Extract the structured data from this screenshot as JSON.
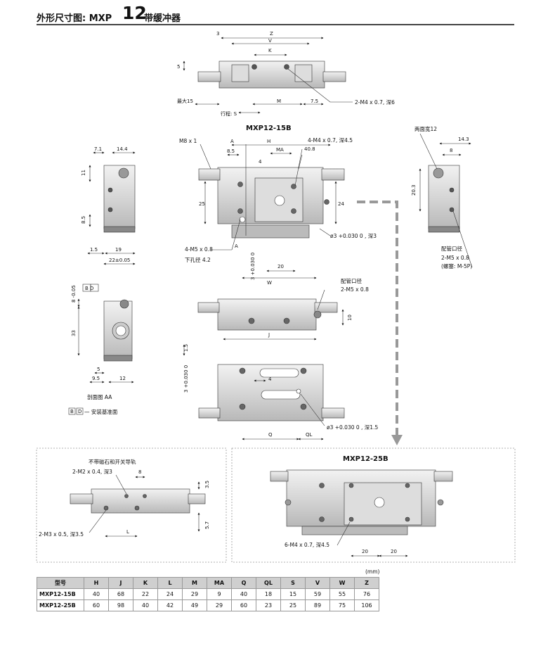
{
  "header": {
    "prefix": "外形尺寸图: MXP",
    "size": "12",
    "suffix": "带缓冲器"
  },
  "top_view": {
    "dims": {
      "d3": "3",
      "z": "Z",
      "v": "V",
      "k": "K",
      "d5": "5",
      "max15": "最大15",
      "m": "M",
      "d75": "7.5",
      "stroke": "行程: S"
    },
    "callout": "2-M4 x 0.7, 深6"
  },
  "main_view": {
    "title": "MXP12-15B",
    "dims": {
      "m8": "M8 x 1",
      "a": "A",
      "h": "H",
      "ma": "MA",
      "d85": "8.5",
      "d4": "4",
      "d25": "25",
      "d24": "24",
      "a2": "A",
      "d20": "20",
      "w": "W",
      "tol": "3 +0.030 0"
    },
    "callouts": {
      "top": "4-M4 x 0.7, 深4.5",
      "d408": "40.8",
      "bottom_left": "4-M5 x 0.8",
      "hole": "下孔径 4.2",
      "pin": "ø3 +0.030 0 , 深3"
    }
  },
  "left_view": {
    "dims": {
      "d71": "7.1",
      "d144": "14.4",
      "d11": "11",
      "d85": "8.5",
      "d15": "1.5",
      "d19": "19",
      "d22": "22±0.05"
    }
  },
  "right_view": {
    "dims": {
      "flats": "两面宽12",
      "d143": "14.3",
      "d8": "8",
      "d203": "20.3"
    },
    "callouts": {
      "port": "配管口径",
      "thread": "2-M5 x 0.8",
      "plug": "(螺塞: M-5P)"
    }
  },
  "section_view": {
    "datum_bd": "B D",
    "dims": {
      "tol": "8 -0.05",
      "d33": "33",
      "d5": "5",
      "d95": "9.5",
      "d12": "12"
    },
    "title": "剖面图 AA",
    "legend": "— 安装基准面",
    "datum_b": "B",
    "datum_d": "D"
  },
  "side_view": {
    "dims": {
      "j": "J",
      "d10": "10"
    },
    "callouts": {
      "port": "配管口径",
      "thread": "2-M5 x 0.8"
    }
  },
  "bottom_view": {
    "dims": {
      "d15": "1.5",
      "tol": "3 +0.030 0",
      "d4": "4",
      "q": "Q",
      "ql": "QL"
    },
    "callout": "ø3 +0.030 0 , 深1.5"
  },
  "panel_left": {
    "title": "不带磁石和开关导轨",
    "dims": {
      "m2": "2-M2 x 0.4, 深3",
      "d8": "8",
      "d35": "3.5",
      "d57": "5.7",
      "l": "L",
      "m3": "2-M3 x 0.5, 深3.5"
    }
  },
  "panel_right": {
    "title": "MXP12-25B",
    "dims": {
      "m4": "6-M4 x 0.7, 深4.5",
      "d20a": "20",
      "d20b": "20"
    }
  },
  "table": {
    "unit": "(mm)",
    "headers": [
      "型号",
      "H",
      "J",
      "K",
      "L",
      "M",
      "MA",
      "Q",
      "QL",
      "S",
      "V",
      "W",
      "Z"
    ],
    "rows": [
      [
        "MXP12-15B",
        "40",
        "68",
        "22",
        "24",
        "29",
        "9",
        "40",
        "18",
        "15",
        "59",
        "55",
        "76"
      ],
      [
        "MXP12-25B",
        "60",
        "98",
        "40",
        "42",
        "49",
        "29",
        "60",
        "23",
        "25",
        "89",
        "75",
        "106"
      ]
    ]
  }
}
